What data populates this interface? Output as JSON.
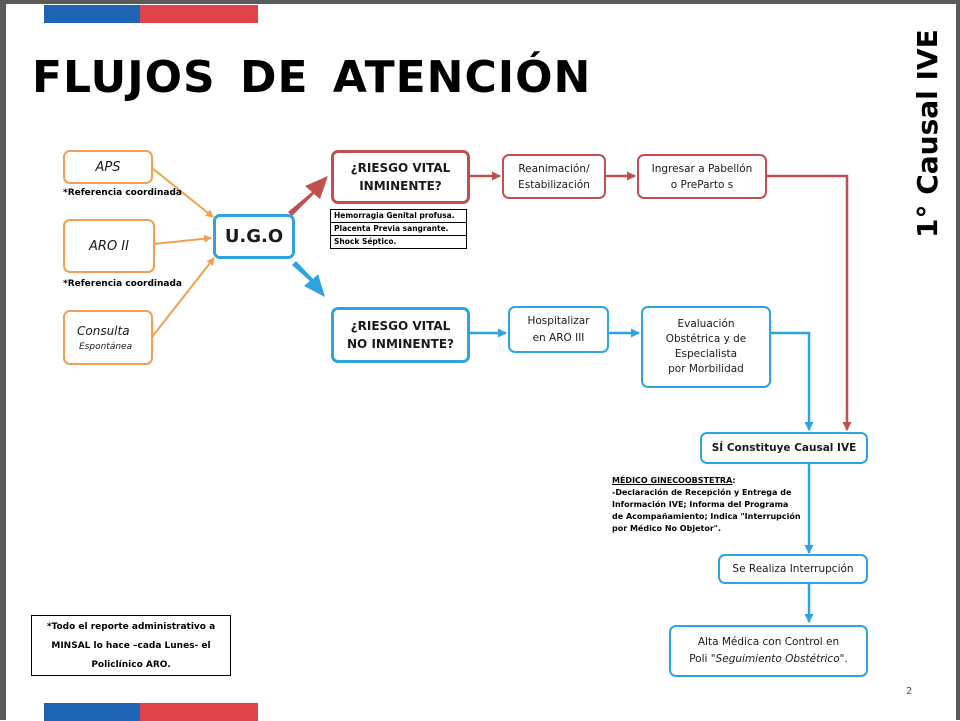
{
  "title": "FLUJOS  DE  ATENCIÓN",
  "side_title": "1° Causal IVE",
  "colors": {
    "orange": "#f0a050",
    "red": "#c0504d",
    "blue": "#2ea3df",
    "stripe_blue": "#1e64b4",
    "stripe_red": "#e0424a"
  },
  "sources": {
    "aps": "APS",
    "aps_note": "*Referencia coordinada",
    "aro2": "ARO II",
    "aro2_note": "*Referencia coordinada",
    "consulta_line1": "Consulta",
    "consulta_line2": "Espontánea"
  },
  "ugo": "U.G.O",
  "vital_inminente": {
    "line1": "¿RIESGO VITAL",
    "line2": "INMINENTE?"
  },
  "criteria": [
    "Hemorragia Genital profusa.",
    "Placenta Previa sangrante.",
    "Shock Séptico."
  ],
  "reanimacion": {
    "line1": "Reanimación/",
    "line2": "Estabilización"
  },
  "pabellon": {
    "line1": "Ingresar a Pabellón",
    "line2": "o PreParto s"
  },
  "vital_no_inminente": {
    "line1": "¿RIESGO VITAL",
    "line2": "NO INMINENTE?"
  },
  "hospitalizar": {
    "line1": "Hospitalizar",
    "line2": "en ARO III"
  },
  "evaluacion": {
    "line1": "Evaluación",
    "line2": "Obstétrica y de",
    "line3": "Especialista",
    "line4": "por Morbilidad"
  },
  "constituye": "SÍ Constituye Causal IVE",
  "medico": {
    "header": "MÉDICO GINECOOBSTETRA",
    "colon": ":",
    "line1": "-Declaración de Recepción y Entrega de",
    "line2": "Información IVE; Informa del Programa",
    "line3": "de Acompañamiento; Indica \"Interrupción",
    "line4": "por Médico No Objetor\"."
  },
  "interrupcion": "Se Realiza Interrupción",
  "alta": {
    "line1": "Alta Médica con Control en",
    "line2_a": "Poli ",
    "line2_b": "\"Seguimiento Obstétrico\"",
    "line2_c": "."
  },
  "footnote": {
    "line1": "*Todo el reporte administrativo a",
    "line2": "MINSAL lo hace –cada Lunes- el",
    "line3": "Policlínico ARO."
  },
  "page_number": "2"
}
